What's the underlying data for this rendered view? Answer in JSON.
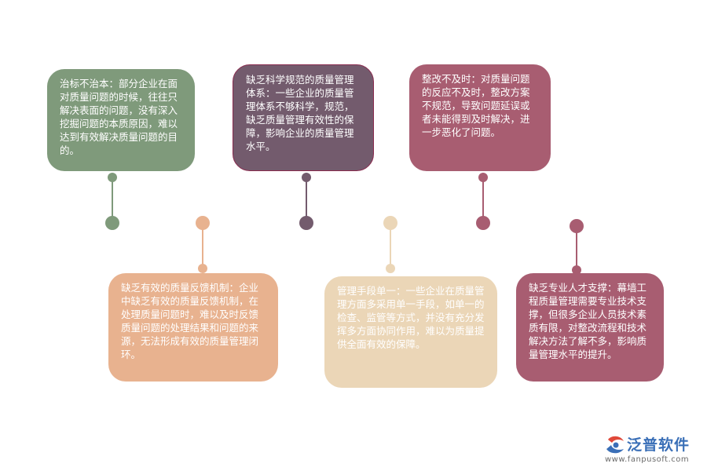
{
  "cards": [
    {
      "id": "c1",
      "text": "治标不治本：部分企业在面对质量问题的时候，往往只解决表面的问题，没有深入挖掘问题的本质原因，难以达到有效解决质量问题的目的。",
      "color": "#7f9a7b"
    },
    {
      "id": "c2",
      "text": "缺乏有效的质量反馈机制：企业中缺乏有效的质量反馈机制，在处理质量问题时，难以及时反馈质量问题的处理结果和问题的来源，无法形成有效的质量管理闭环。",
      "color": "#e8b28f"
    },
    {
      "id": "c3",
      "text": "缺乏科学规范的质量管理体系：一些企业的质量管理体系不够科学，规范，缺乏质量管理有效性的保障，影响企业的质量管理水平。",
      "color": "#735b6d"
    },
    {
      "id": "c4",
      "text": "管理手段单一：一些企业在质量管理方面多采用单一手段，如单一的检查、监管等方式，并没有充分发挥多方面协同作用，难以为质量提供全面有效的保障。",
      "color": "#ebd6b7"
    },
    {
      "id": "c5",
      "text": "整改不及时：对质量问题的反应不及时，整改方案不规范，导致问题延误或者未能得到及时解决，进一步恶化了问题。",
      "color": "#a85d71"
    },
    {
      "id": "c6",
      "text": "缺乏专业人才支撑：幕墙工程质量管理需要专业技术支撑，但很多企业人员技术素质有限，对整改流程和技术解决方法了解不多，影响质量管理水平的提升。",
      "color": "#a85d71"
    }
  ],
  "logo": {
    "name": "泛普软件",
    "url": "www.fanpusoft.com"
  }
}
